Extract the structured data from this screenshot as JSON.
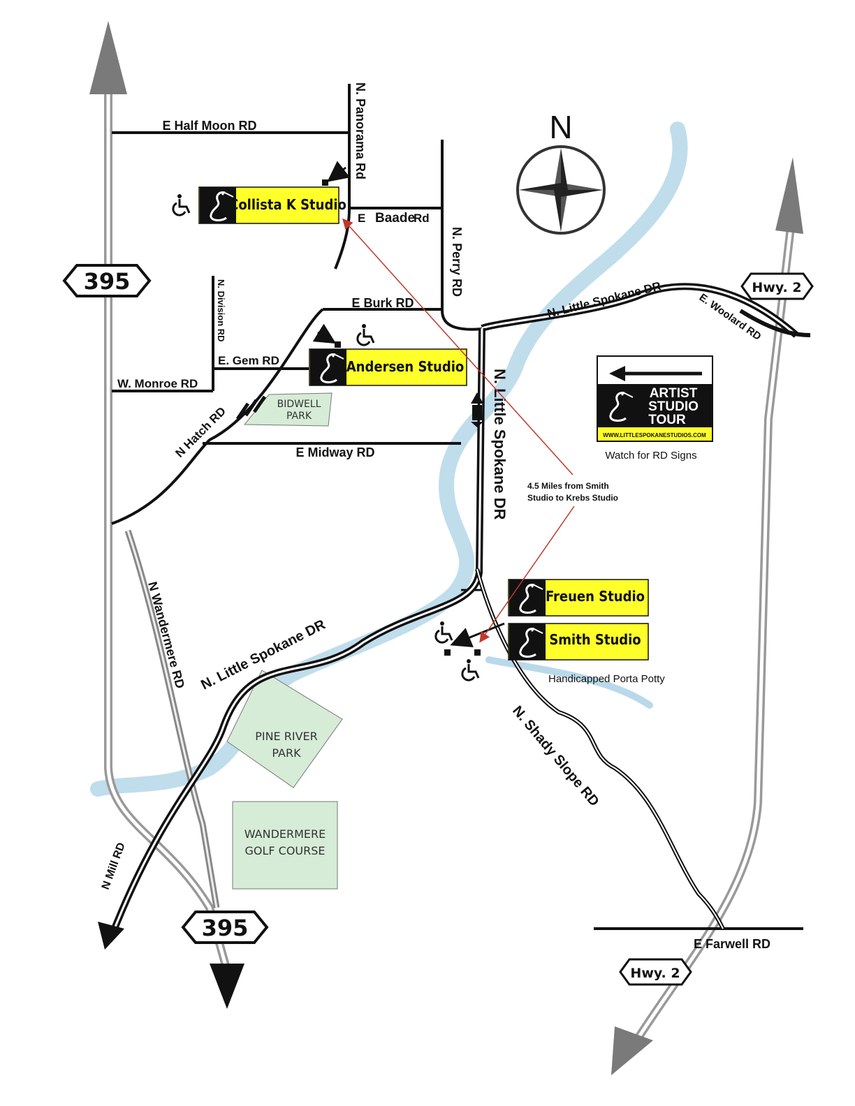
{
  "compass": {
    "north_label": "N"
  },
  "highways": {
    "us395_top": "395",
    "us395_bottom": "395",
    "hwy2_top": "Hwy. 2",
    "hwy2_bottom": "Hwy. 2"
  },
  "roads": {
    "e_half_moon": "E Half Moon RD",
    "n_panorama": "N. Panorama Rd",
    "e_baade_e": "E",
    "e_baade": "Baade",
    "e_baade_rd": "Rd",
    "n_perry": "N. Perry RD",
    "n_division": "N. Division RD",
    "e_burk": "E Burk RD",
    "n_little_spokane_ne": "N. Little Spokane DR",
    "e_woolard": "E. Woolard RD",
    "e_gem": "E. Gem RD",
    "w_monroe": "W. Monroe RD",
    "n_hatch": "N Hatch RD",
    "e_midway": "E Midway RD",
    "n_little_spokane_vertical": "N. Little Spokane DR",
    "n_wandermere": "N Wandermere RD",
    "n_little_spokane_sw": "N. Little Spokane DR",
    "n_shady_slope": "N. Shady Slope RD",
    "n_mill": "N Mill RD",
    "e_farwell": "E Farwell RD"
  },
  "parks": {
    "bidwell_1": "BIDWELL",
    "bidwell_2": "PARK",
    "pine_river_1": "PINE RIVER",
    "pine_river_2": "PARK",
    "wandermere_1": "WANDERMERE",
    "wandermere_2": "GOLF COURSE"
  },
  "studios": {
    "collista": "Collista K Studio",
    "andersen": "Andersen Studio",
    "freuen": "Freuen Studio",
    "smith": "Smith Studio"
  },
  "sign": {
    "line1": "ARTIST",
    "line2": "STUDIO",
    "line3": "TOUR",
    "url": "WWW.LITTLESPOKANESTUDIOS.COM",
    "caption": "Watch for RD Signs"
  },
  "notes": {
    "distance_1": "4.5 Miles from Smith",
    "distance_2": "Studio to Krebs Studio",
    "porta_potty": "Handicapped Porta Potty"
  },
  "colors": {
    "river": "#b9d9ea",
    "park_fill": "#d6ecd6",
    "studio_yellow": "#ffff2a",
    "arrow_gray": "#7a7a7a",
    "route_red": "#c0392b"
  },
  "icons": {
    "accessible": "wheelchair-icon",
    "heron": "heron-logo-icon",
    "compass": "compass-rose-icon"
  }
}
